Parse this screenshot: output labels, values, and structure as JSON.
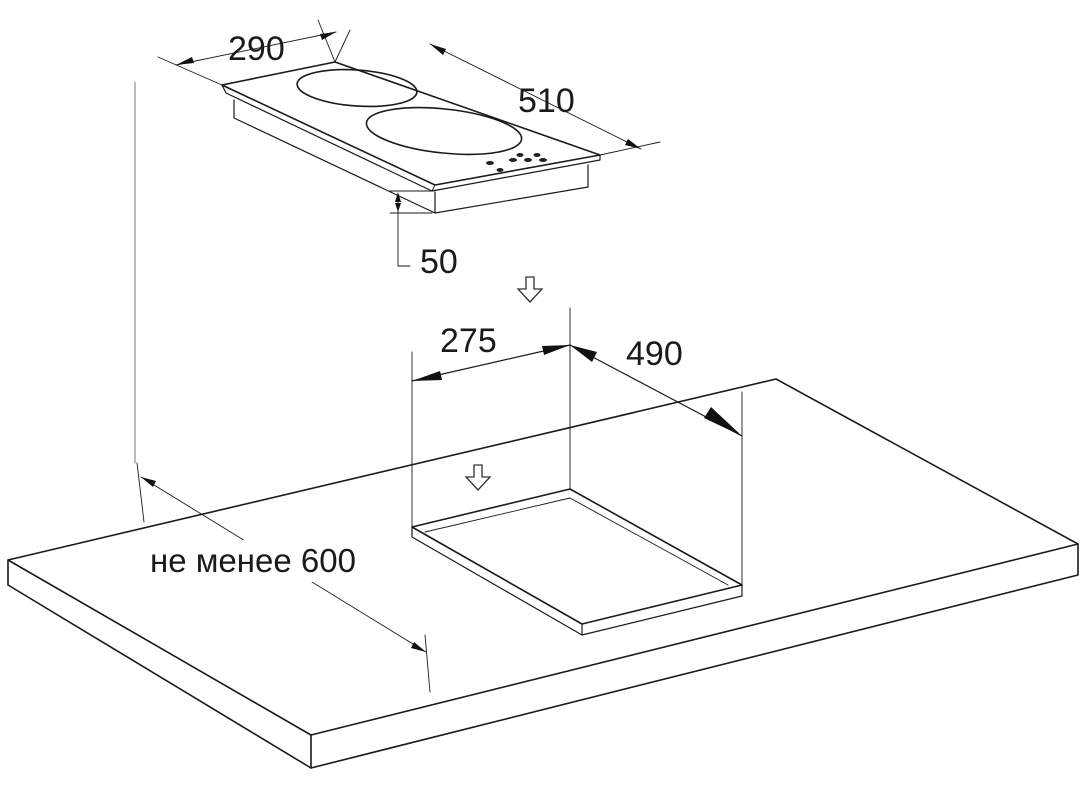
{
  "dimensions": {
    "hob_width": "290",
    "hob_depth": "510",
    "hob_height": "50",
    "cutout_width": "275",
    "cutout_depth": "490",
    "min_distance": "не менее 600"
  }
}
